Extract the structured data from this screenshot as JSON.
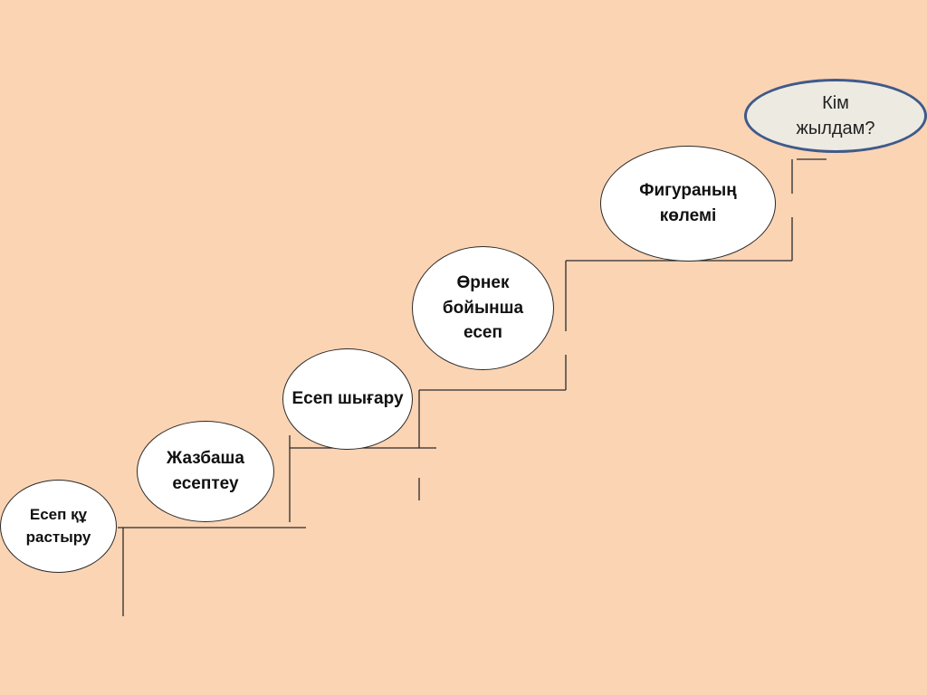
{
  "steps": [
    {
      "label": "Есеп құ\nрастыру"
    },
    {
      "label": "Жазбаша\nесептеу"
    },
    {
      "label": "Есеп шығару"
    },
    {
      "label": "Өрнек\nбойынша\nесеп"
    },
    {
      "label": "Фигураның\nкөлемі"
    }
  ],
  "goal": {
    "label": "Кім\nжылдам?"
  },
  "colors": {
    "background": "#FBD4B4",
    "step_fill": "#FFFFFF",
    "goal_fill": "#EDEAE2",
    "goal_border": "#3F5A8A",
    "line": "#2a2a2a"
  }
}
